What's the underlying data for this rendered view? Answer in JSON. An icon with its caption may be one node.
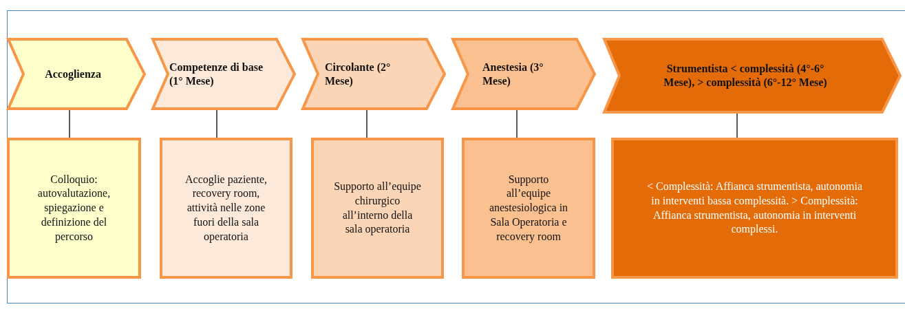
{
  "diagram": {
    "nodes": [
      {
        "text": [
          "Accoglienza"
        ]
      },
      {
        "text": [
          "Competenze di base (1° Mese)"
        ]
      },
      {
        "text": [
          "Circolante (2° Mese)"
        ]
      },
      {
        "text": [
          "Anestesia (3° Mese)"
        ]
      },
      {
        "text": [
          "Strumentista < complessità (4°-6° Mese), > complessità (6°-12° Mese)"
        ]
      },
      {
        "text": [
          "Colloquio: autovalutazione, spiegazione e definizione del percorso"
        ]
      },
      {
        "text": [
          "Accoglie paziente, recovery room, attività nelle zone fuori della sala operatoria"
        ]
      },
      {
        "text": [
          "Supporto all’equipe chirurgico all’interno della sala operatoria"
        ]
      },
      {
        "text": [
          "Supporto all’equipe anestesiologica in Sala Operatoria e recovery room"
        ]
      },
      {
        "text": [
          "< Complessità: Affianca strumentista, autonomia in interventi bassa complessità. > Complessità: Affianca strumentista, autonomia in interventi complessi."
        ]
      }
    ],
    "edges": [
      {
        "from": 0,
        "to": 5,
        "arrow": "none"
      },
      {
        "from": 1,
        "to": 6,
        "arrow": "none"
      },
      {
        "from": 2,
        "to": 7,
        "arrow": "none"
      },
      {
        "from": 3,
        "to": 8,
        "arrow": "none"
      },
      {
        "from": 4,
        "to": 9,
        "arrow": "none"
      }
    ]
  }
}
